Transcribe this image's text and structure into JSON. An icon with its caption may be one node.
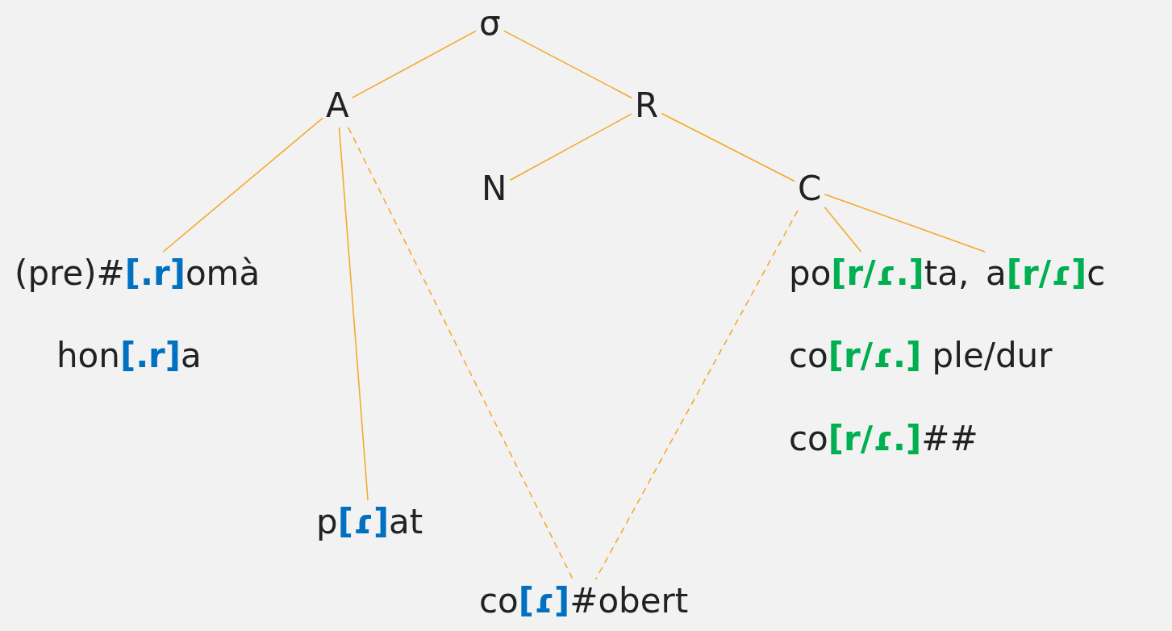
{
  "diagram": {
    "nodes": [
      {
        "text": [
          "σ"
        ]
      },
      {
        "text": [
          "A"
        ]
      },
      {
        "text": [
          "R"
        ]
      },
      {
        "text": [
          "N"
        ]
      },
      {
        "text": [
          "C"
        ]
      },
      {
        "text": [
          "(pre)#**[.r]**omà"
        ]
      },
      {
        "text": [
          "hon**[.r]**a"
        ]
      },
      {
        "text": [
          "p**[ɾ]**at"
        ]
      },
      {
        "text": [
          "co**[ɾ]**#obert"
        ]
      },
      {
        "text": [
          "po**[r/ɾ.]**ta,"
        ]
      },
      {
        "text": [
          "a**[r/ɾ]**c"
        ]
      },
      {
        "text": [
          "co**[r/ɾ.]** ple/dur"
        ]
      },
      {
        "text": [
          "co**[r/ɾ.]**##"
        ]
      }
    ],
    "edges": [
      {
        "from": 0,
        "to": 1,
        "arrow": "none"
      },
      {
        "from": 0,
        "to": 2,
        "arrow": "none"
      },
      {
        "from": 2,
        "to": 3,
        "arrow": "none"
      },
      {
        "from": 2,
        "to": 4,
        "arrow": "none"
      },
      {
        "from": 1,
        "to": 5,
        "arrow": "none"
      },
      {
        "from": 1,
        "to": 7,
        "arrow": "none"
      },
      {
        "from": 1,
        "to": 8,
        "arrow": "none",
        "style": "dashed"
      },
      {
        "from": 4,
        "to": 8,
        "arrow": "none",
        "style": "dashed"
      },
      {
        "from": 4,
        "to": 9,
        "arrow": "none"
      },
      {
        "from": 4,
        "to": 10,
        "arrow": "none"
      }
    ]
  }
}
